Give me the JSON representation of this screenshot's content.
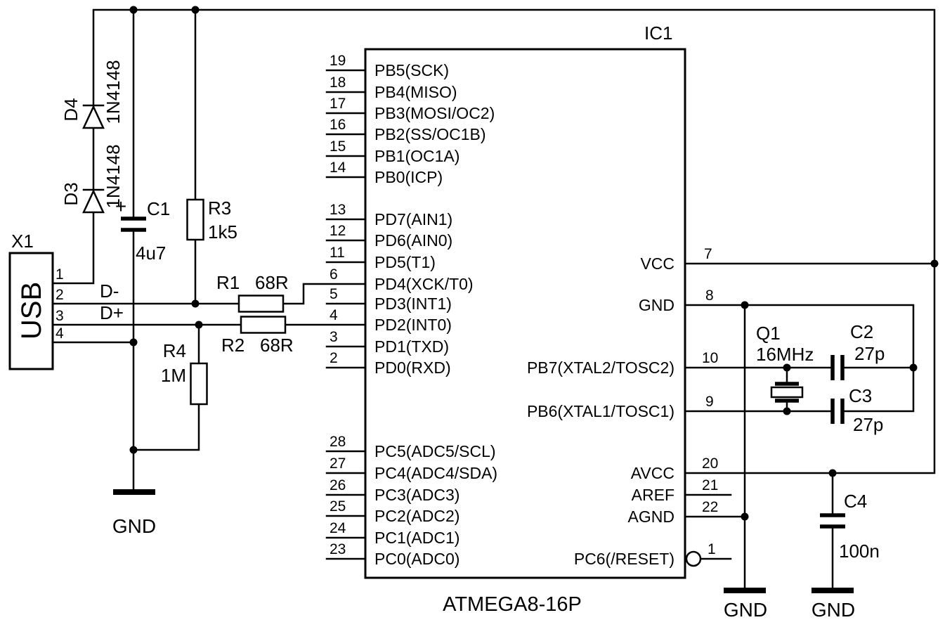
{
  "schematic": {
    "ic": {
      "ref": "IC1",
      "part": "ATMEGA8-16P",
      "left_pins": [
        {
          "num": "19",
          "name": "PB5(SCK)"
        },
        {
          "num": "18",
          "name": "PB4(MISO)"
        },
        {
          "num": "17",
          "name": "PB3(MOSI/OC2)"
        },
        {
          "num": "16",
          "name": "PB2(SS/OC1B)"
        },
        {
          "num": "15",
          "name": "PB1(OC1A)"
        },
        {
          "num": "14",
          "name": "PB0(ICP)"
        },
        {
          "num": "13",
          "name": "PD7(AIN1)"
        },
        {
          "num": "12",
          "name": "PD6(AIN0)"
        },
        {
          "num": "11",
          "name": "PD5(T1)"
        },
        {
          "num": "6",
          "name": "PD4(XCK/T0)"
        },
        {
          "num": "5",
          "name": "PD3(INT1)"
        },
        {
          "num": "4",
          "name": "PD2(INT0)"
        },
        {
          "num": "3",
          "name": "PD1(TXD)"
        },
        {
          "num": "2",
          "name": "PD0(RXD)"
        },
        {
          "num": "28",
          "name": "PC5(ADC5/SCL)"
        },
        {
          "num": "27",
          "name": "PC4(ADC4/SDA)"
        },
        {
          "num": "26",
          "name": "PC3(ADC3)"
        },
        {
          "num": "25",
          "name": "PC2(ADC2)"
        },
        {
          "num": "24",
          "name": "PC1(ADC1)"
        },
        {
          "num": "23",
          "name": "PC0(ADC0)"
        }
      ],
      "right_pins": [
        {
          "num": "7",
          "name": "VCC"
        },
        {
          "num": "8",
          "name": "GND"
        },
        {
          "num": "10",
          "name": "PB7(XTAL2/TOSC2)"
        },
        {
          "num": "9",
          "name": "PB6(XTAL1/TOSC1)"
        },
        {
          "num": "20",
          "name": "AVCC"
        },
        {
          "num": "21",
          "name": "AREF"
        },
        {
          "num": "22",
          "name": "AGND"
        },
        {
          "num": "1",
          "name": "PC6(/RESET)"
        }
      ]
    },
    "usb": {
      "ref": "X1",
      "label": "USB",
      "pins": [
        "1",
        "2",
        "3",
        "4"
      ]
    },
    "nets": {
      "dminus": "D-",
      "dplus": "D+"
    },
    "components": {
      "d4": {
        "ref": "D4",
        "value": "1N4148"
      },
      "d3": {
        "ref": "D3",
        "value": "1N4148"
      },
      "c1": {
        "ref": "C1",
        "value": "4u7",
        "polarity": "+"
      },
      "r3": {
        "ref": "R3",
        "value": "1k5"
      },
      "r1": {
        "ref": "R1",
        "value": "68R"
      },
      "r2": {
        "ref": "R2",
        "value": "68R"
      },
      "r4": {
        "ref": "R4",
        "value": "1M"
      },
      "q1": {
        "ref": "Q1",
        "value": "16MHz"
      },
      "c2": {
        "ref": "C2",
        "value": "27p"
      },
      "c3": {
        "ref": "C3",
        "value": "27p"
      },
      "c4": {
        "ref": "C4",
        "value": "100n"
      }
    },
    "gnd_labels": [
      "GND",
      "GND",
      "GND"
    ],
    "colors": {
      "wire": "#000000",
      "background": "#ffffff"
    }
  }
}
